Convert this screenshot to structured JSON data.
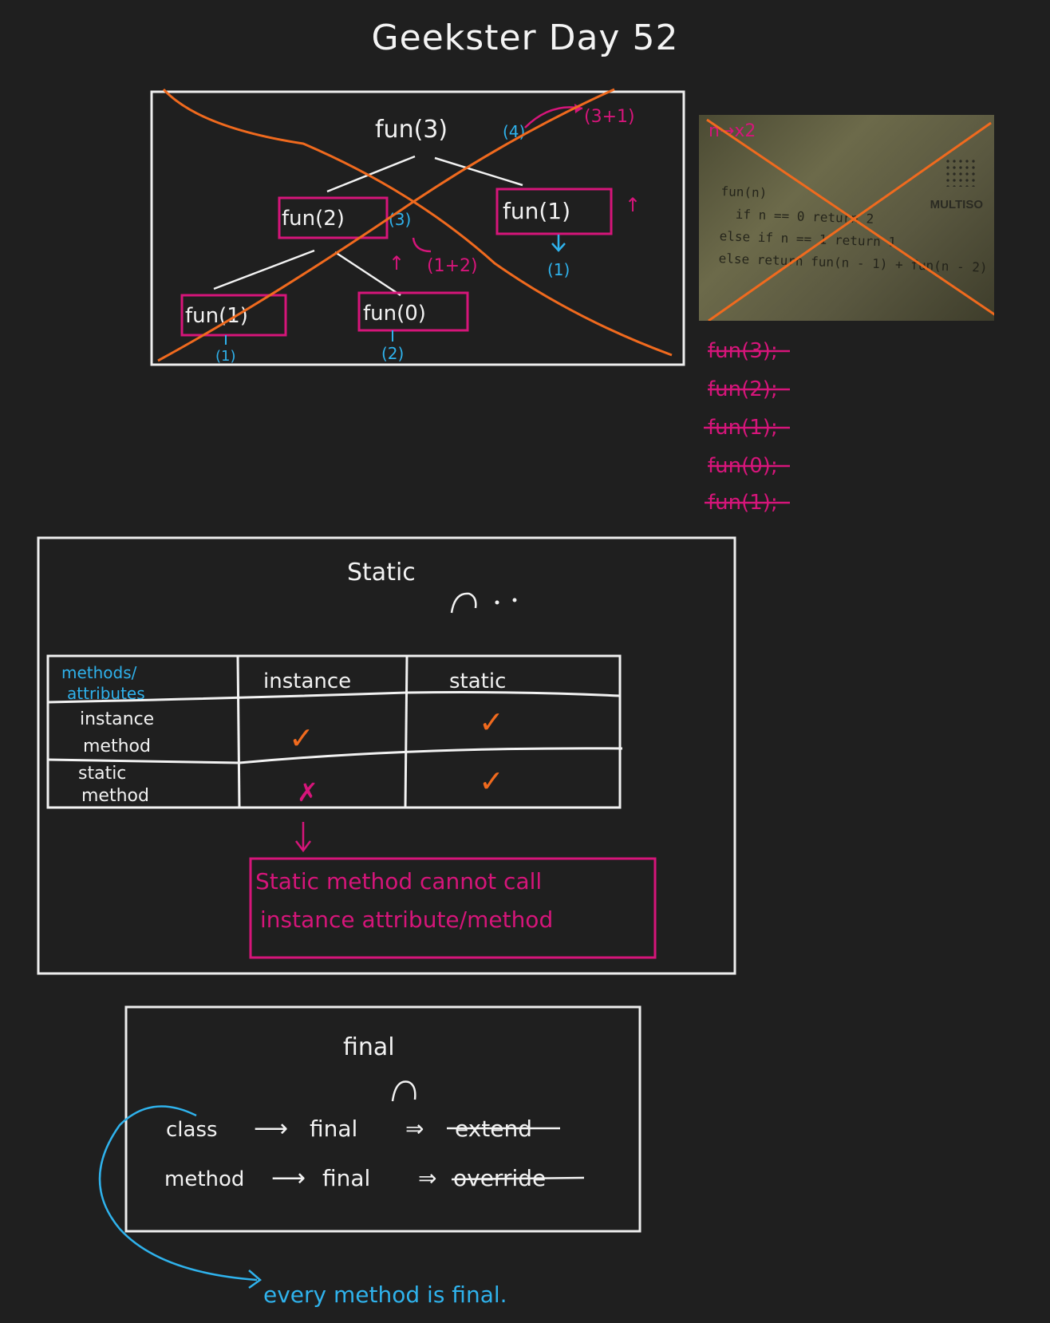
{
  "title": "Geekster Day 52",
  "recursion": {
    "root": "fun(3)",
    "root_result": "(4)",
    "root_calc": "(3+1)",
    "left": "fun(2)",
    "left_result": "(3)",
    "left_calc": "(1+2)",
    "right": "fun(1)",
    "right_result": "(1)",
    "ll": "fun(1)",
    "ll_result": "(1)",
    "lr": "fun(0)",
    "lr_result": "(2)",
    "arrow_up": "↑"
  },
  "photo": {
    "annotation": "n→x2",
    "code": [
      "fun(n)",
      "  if n == 0 return 2",
      "else if n == 1 return 1",
      "else return fun(n - 1) + fun(n - 2)"
    ],
    "brand": "MULTISO"
  },
  "call_stack": [
    "fun(3);",
    "fun(2);",
    "fun(1);",
    "fun(0);",
    "fun(1);"
  ],
  "static_section": {
    "heading": "Static",
    "table": {
      "corner": [
        "methods/",
        "attributes"
      ],
      "columns": [
        "instance",
        "static"
      ],
      "rows": [
        {
          "label": [
            "instance",
            "method"
          ],
          "instance": "✓",
          "static": "✓"
        },
        {
          "label": [
            "static",
            "method"
          ],
          "instance": "✗",
          "static": "✓"
        }
      ]
    },
    "note": [
      "Static method cannot call",
      "instance attribute/method"
    ]
  },
  "final_section": {
    "heading": "final",
    "lines": [
      {
        "subject": "class",
        "arrow": "⟶",
        "keyword": "final",
        "implies": "⇒",
        "result": "extend"
      },
      {
        "subject": "method",
        "arrow": "⟶",
        "keyword": "final",
        "implies": "⇒",
        "result": "override"
      }
    ],
    "footnote": "every method is final."
  },
  "colors": {
    "background": "#1f1f1f",
    "chalk": "#f2f2f2",
    "magenta": "#d6157a",
    "cyan": "#2fb2ec",
    "orange": "#f06a1e"
  }
}
